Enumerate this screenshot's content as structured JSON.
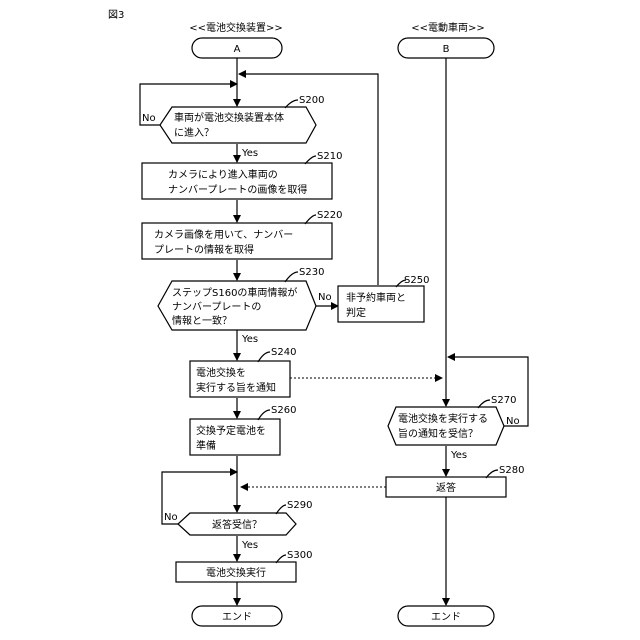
{
  "figure_label": "図3",
  "lanes": {
    "left_title": "<<電池交換装置>>",
    "right_title": "<<電動車両>>",
    "left_start": "A",
    "right_start": "B",
    "left_end": "エンド",
    "right_end": "エンド"
  },
  "steps": {
    "s200": {
      "id": "S200",
      "line1": "車両が電池交換装置本体",
      "line2": "に進入？"
    },
    "s210": {
      "id": "S210",
      "line1": "カメラにより進入車両の",
      "line2": "ナンバープレートの画像を取得"
    },
    "s220": {
      "id": "S220",
      "line1": "カメラ画像を用いて、ナンバー",
      "line2": "プレートの情報を取得"
    },
    "s230": {
      "id": "S230",
      "line1": "ステップS160の車両情報が",
      "line2": "ナンバープレートの",
      "line3": "情報と一致？"
    },
    "s240": {
      "id": "S240",
      "line1": "電池交換を",
      "line2": "実行する旨を通知"
    },
    "s250": {
      "id": "S250",
      "line1": "非予約車両と",
      "line2": "判定"
    },
    "s260": {
      "id": "S260",
      "line1": "交換予定電池を",
      "line2": "準備"
    },
    "s270": {
      "id": "S270",
      "line1": "電池交換を実行する",
      "line2": "旨の通知を受信？"
    },
    "s280": {
      "id": "S280",
      "line1": "返答"
    },
    "s290": {
      "id": "S290",
      "line1": "返答受信？"
    },
    "s300": {
      "id": "S300",
      "line1": "電池交換実行"
    }
  },
  "branch_labels": {
    "yes": "Yes",
    "no": "No"
  }
}
